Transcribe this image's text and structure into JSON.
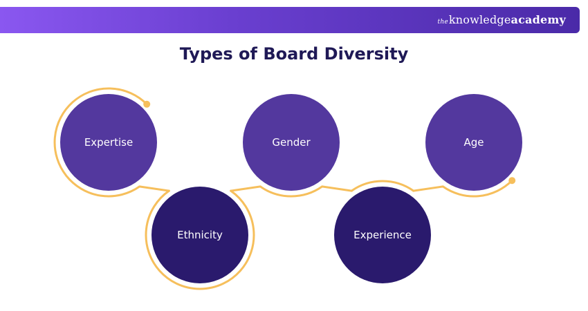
{
  "header": {
    "brand_prefix": "the",
    "brand_main": "knowledge",
    "brand_bold": "academy"
  },
  "title": "Types of Board Diversity",
  "colors": {
    "ring": "#f6bf5c",
    "node_light": "#53389e",
    "node_dark": "#2a1a6d",
    "title": "#1f1956"
  },
  "nodes": [
    {
      "label": "Expertise",
      "tone": "light"
    },
    {
      "label": "Ethnicity",
      "tone": "dark"
    },
    {
      "label": "Gender",
      "tone": "light"
    },
    {
      "label": "Experience",
      "tone": "dark"
    },
    {
      "label": "Age",
      "tone": "light"
    }
  ]
}
